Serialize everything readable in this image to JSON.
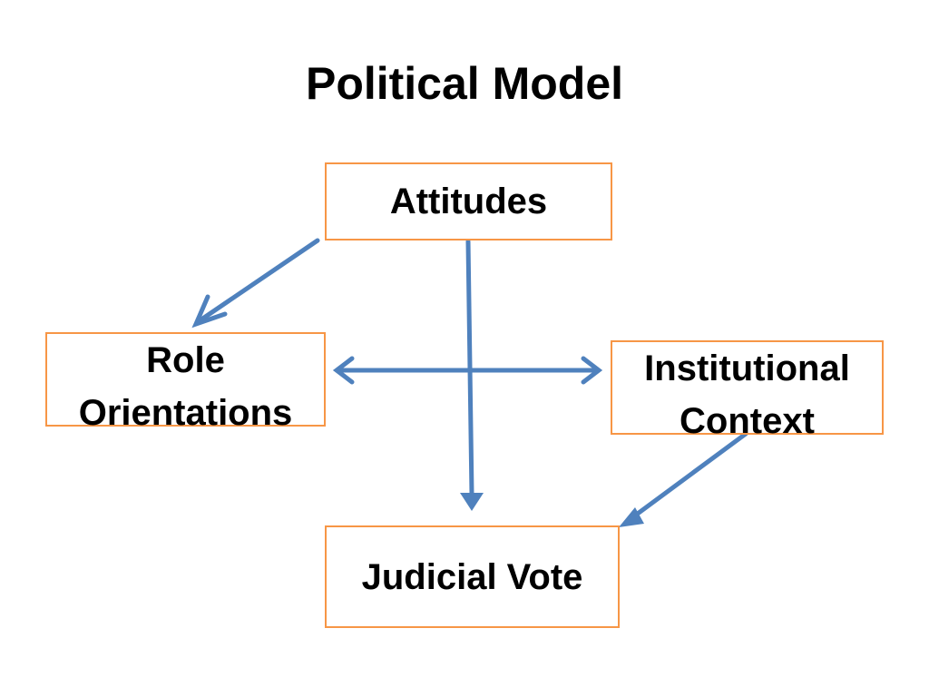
{
  "title": "Political Model",
  "colors": {
    "box_border": "#F79646",
    "arrow": "#4F81BD",
    "text": "#000000",
    "background": "#FFFFFF"
  },
  "nodes": {
    "attitudes": "Attitudes",
    "role_orientations": "Role\nOrientations",
    "institutional_context": "Institutional\nContext",
    "judicial_vote": "Judicial Vote"
  },
  "edges": [
    {
      "from": "attitudes",
      "to": "role_orientations",
      "direction": "forward"
    },
    {
      "from": "attitudes",
      "to": "judicial_vote",
      "direction": "forward"
    },
    {
      "from": "role_orientations",
      "to": "institutional_context",
      "direction": "both"
    },
    {
      "from": "institutional_context",
      "to": "judicial_vote",
      "direction": "forward"
    }
  ]
}
